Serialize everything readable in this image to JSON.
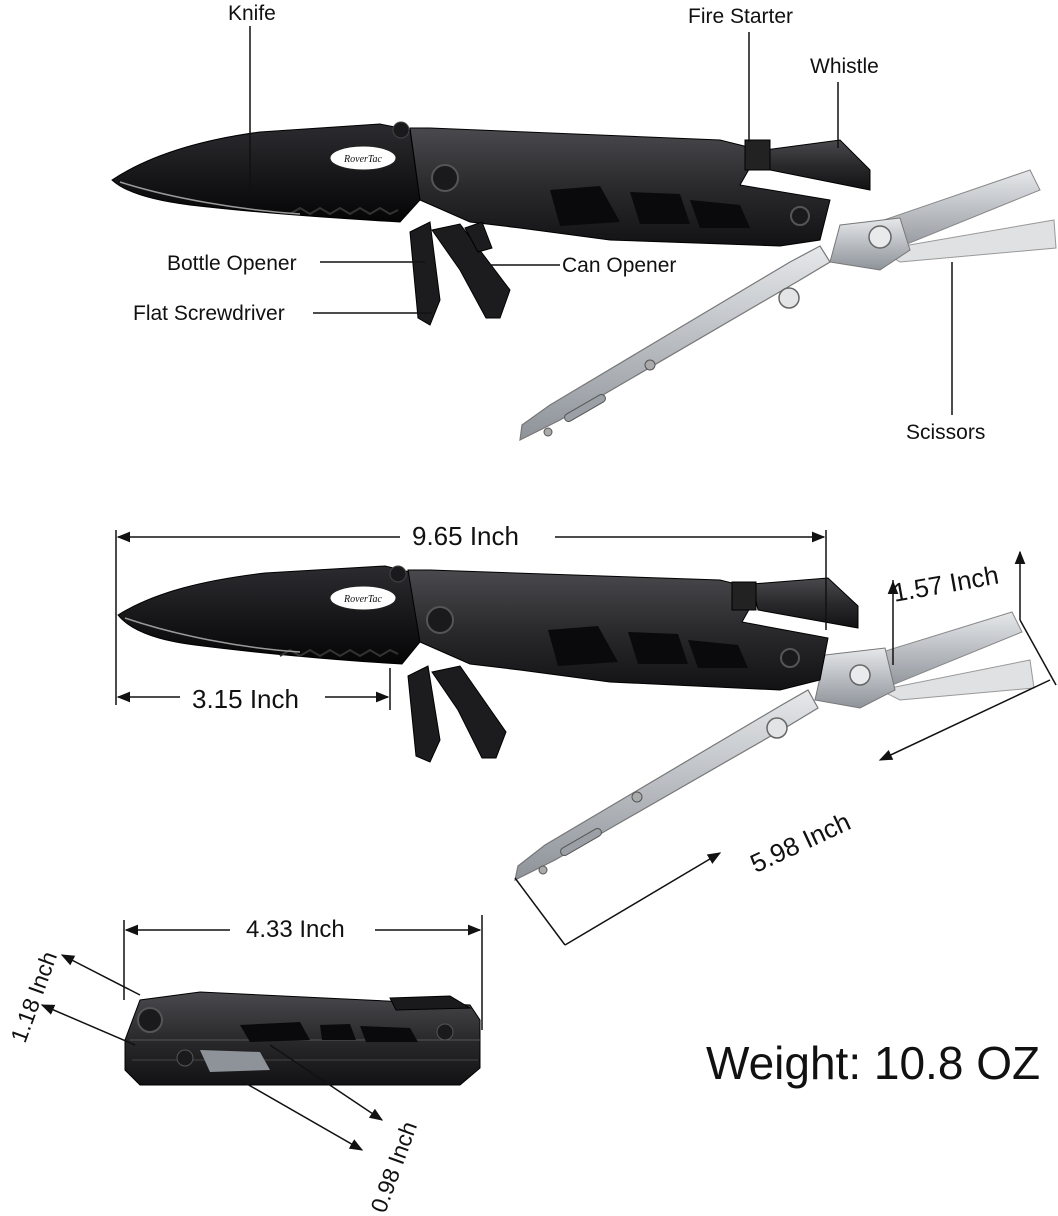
{
  "callouts": {
    "knife": "Knife",
    "fire_starter": "Fire Starter",
    "whistle": "Whistle",
    "bottle_opener": "Bottle Opener",
    "can_opener": "Can Opener",
    "flat_screwdriver": "Flat Screwdriver",
    "scissors": "Scissors"
  },
  "brand_mark": "RoverTac",
  "dimensions": {
    "overall_length": "9.65 Inch",
    "blade_length": "3.15 Inch",
    "scissors_length": "5.98 Inch",
    "scissors_width": "1.57 Inch",
    "folded_length": "4.33 Inch",
    "folded_height": "1.18 Inch",
    "folded_thickness": "0.98 Inch"
  },
  "weight": "Weight: 10.8 OZ",
  "colors": {
    "handle": "#2a2a2c",
    "blade": "#141416",
    "steel": "#c9ccd0",
    "line": "#111111"
  }
}
